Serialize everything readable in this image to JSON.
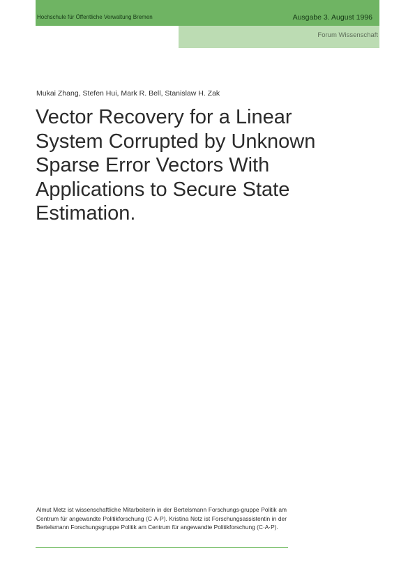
{
  "header": {
    "institution": "Hochschule für Öffentliche Verwaltung Bremen",
    "edition": "Ausgabe 3. August 1996",
    "series": "Forum Wissenschaft"
  },
  "document": {
    "authors": "Mukai Zhang, Stefen Hui, Mark R. Bell, Stanislaw H. Zak",
    "title_lines": [
      "Vector Recovery for a Linear",
      "System Corrupted by Unknown",
      "Sparse Error Vectors With",
      "Applications to Secure State",
      "Estimation."
    ]
  },
  "footnote": {
    "text": "Almut Metz ist wissenschaftliche Mitarbeiterin in der Bertelsmann Forschungs-gruppe Politik am Centrum für angewandte Politikforschung (C·A·P). Kristina Notz ist Forschungsassistentin in der Bertelsmann Forschungsgruppe Politik am Centrum für angewandte Politikforschung (C·A·P)."
  },
  "colors": {
    "header_bar": "#6fb463",
    "subheader_bar": "#bcdcb3",
    "rule": "#7cc06e"
  }
}
